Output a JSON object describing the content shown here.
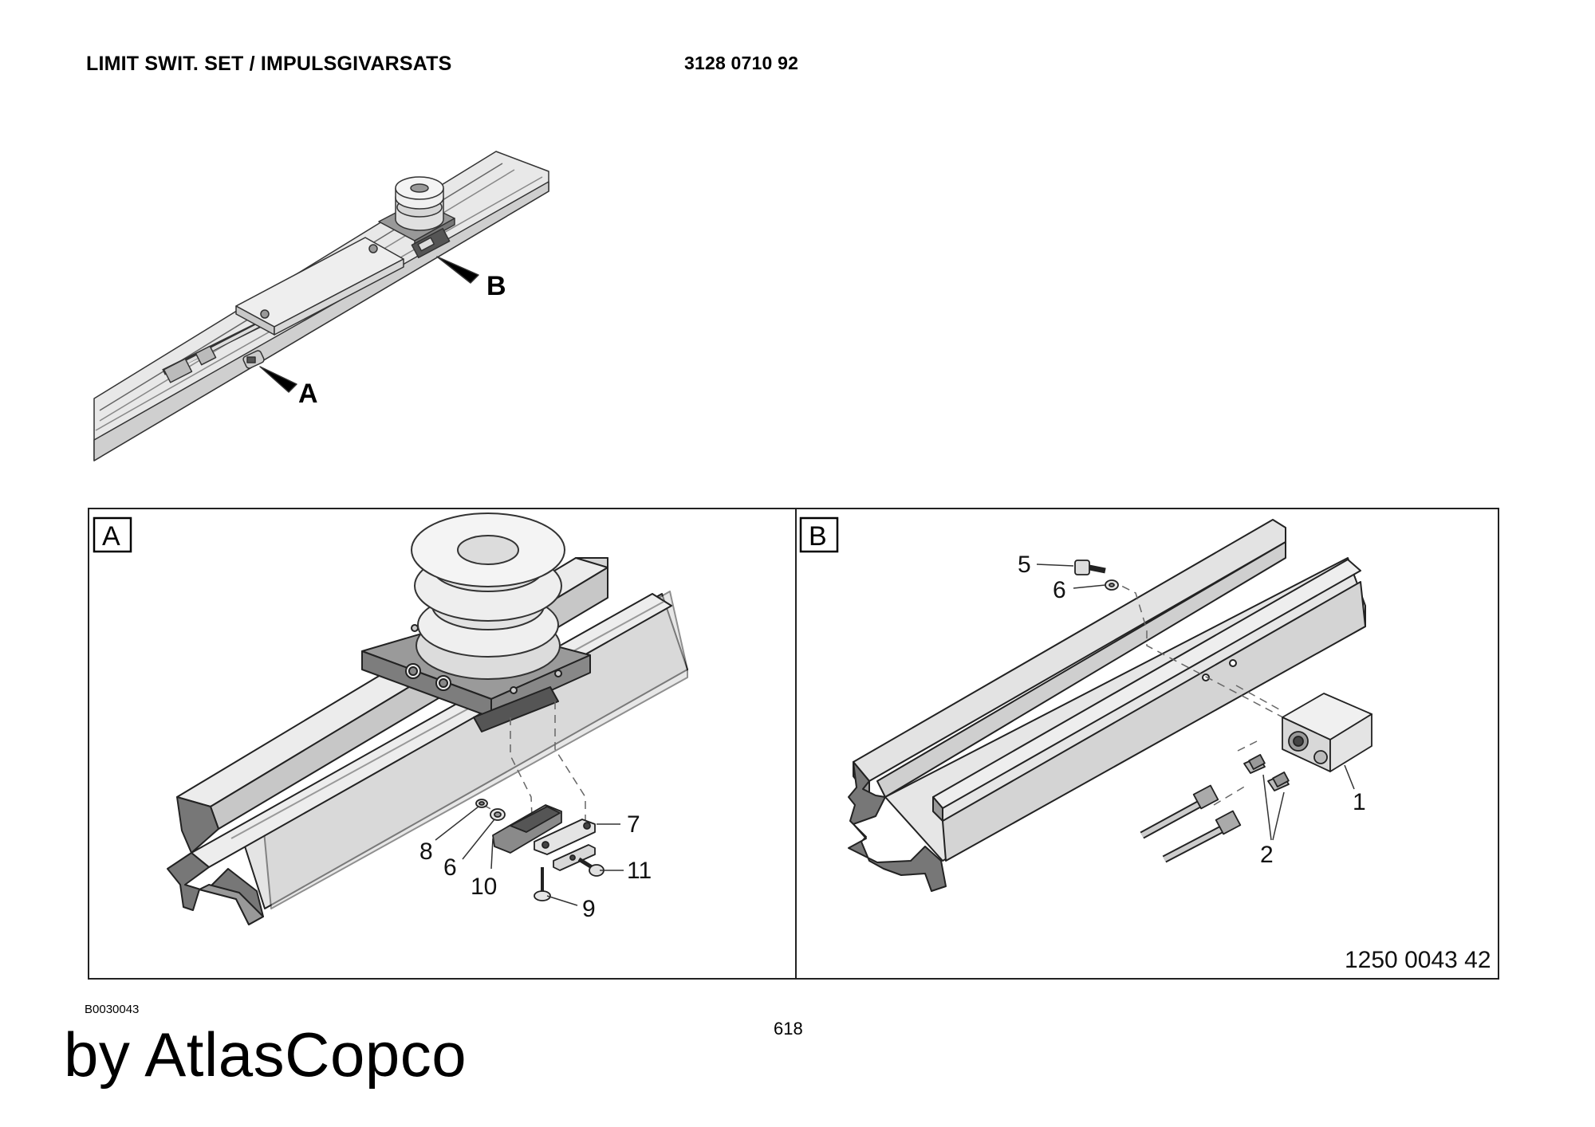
{
  "header": {
    "title": "LIMIT SWIT. SET / IMPULSGIVARSATS",
    "part_number": "3128 0710 92"
  },
  "overview": {
    "label_a": "A",
    "label_b": "B"
  },
  "panel_a": {
    "tag": "A",
    "callouts": {
      "c6": "6",
      "c7": "7",
      "c8": "8",
      "c9": "9",
      "c10": "10",
      "c11": "11"
    }
  },
  "panel_b": {
    "tag": "B",
    "callouts": {
      "c1": "1",
      "c2": "2",
      "c5": "5",
      "c6": "6"
    },
    "drawing_number": "1250 0043 42"
  },
  "footer": {
    "ref_code": "B0030043",
    "page_number": "618",
    "watermark": "by AtlasCopco"
  },
  "colors": {
    "rail_fill": "#e6e6e6",
    "rail_shade": "#c4c4c4",
    "rail_dark": "#8a8a8a",
    "bracket": "#7a7a7a",
    "line": "#222222"
  }
}
